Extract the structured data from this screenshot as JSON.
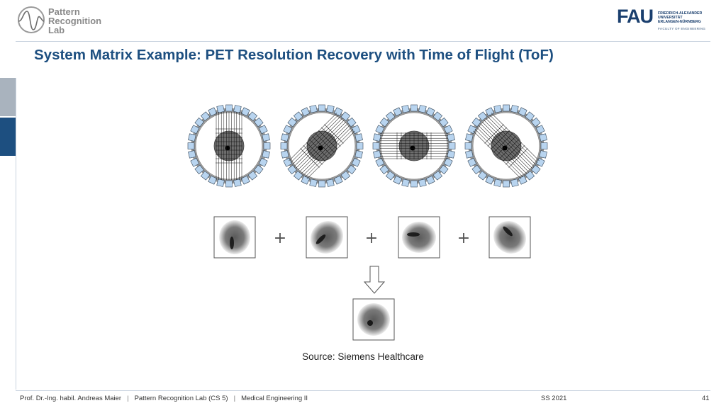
{
  "header": {
    "lab_logo": {
      "lines": [
        "Pattern",
        "Recognition",
        "Lab"
      ],
      "icon": "pattern-recognition-waveform-icon",
      "color": "#8a8a8a"
    },
    "university_logo": {
      "mark": "FAU",
      "lines": [
        "FRIEDRICH-ALEXANDER",
        "UNIVERSITÄT",
        "ERLANGEN-NÜRNBERG"
      ],
      "faculty": "FACULTY OF ENGINEERING",
      "color": "#1a3f6e"
    }
  },
  "slide": {
    "title": "System Matrix Example: PET Resolution Recovery with Time of Flight (ToF)",
    "title_color": "#1d4f80"
  },
  "figure": {
    "source": "Source: Siemens Healthcare",
    "projection_angles_deg": [
      0,
      45,
      90,
      135
    ],
    "operators": [
      "+",
      "+",
      "+"
    ],
    "arrow": "down-arrow",
    "detector_color": "#b8d4ef",
    "phantom_color": "#6e6e6e"
  },
  "footer": {
    "author": "Prof. Dr.-Ing. habil. Andreas Maier",
    "lab": "Pattern Recognition Lab (CS 5)",
    "course": "Medical Engineering II",
    "term": "SS 2021",
    "page": "41"
  }
}
